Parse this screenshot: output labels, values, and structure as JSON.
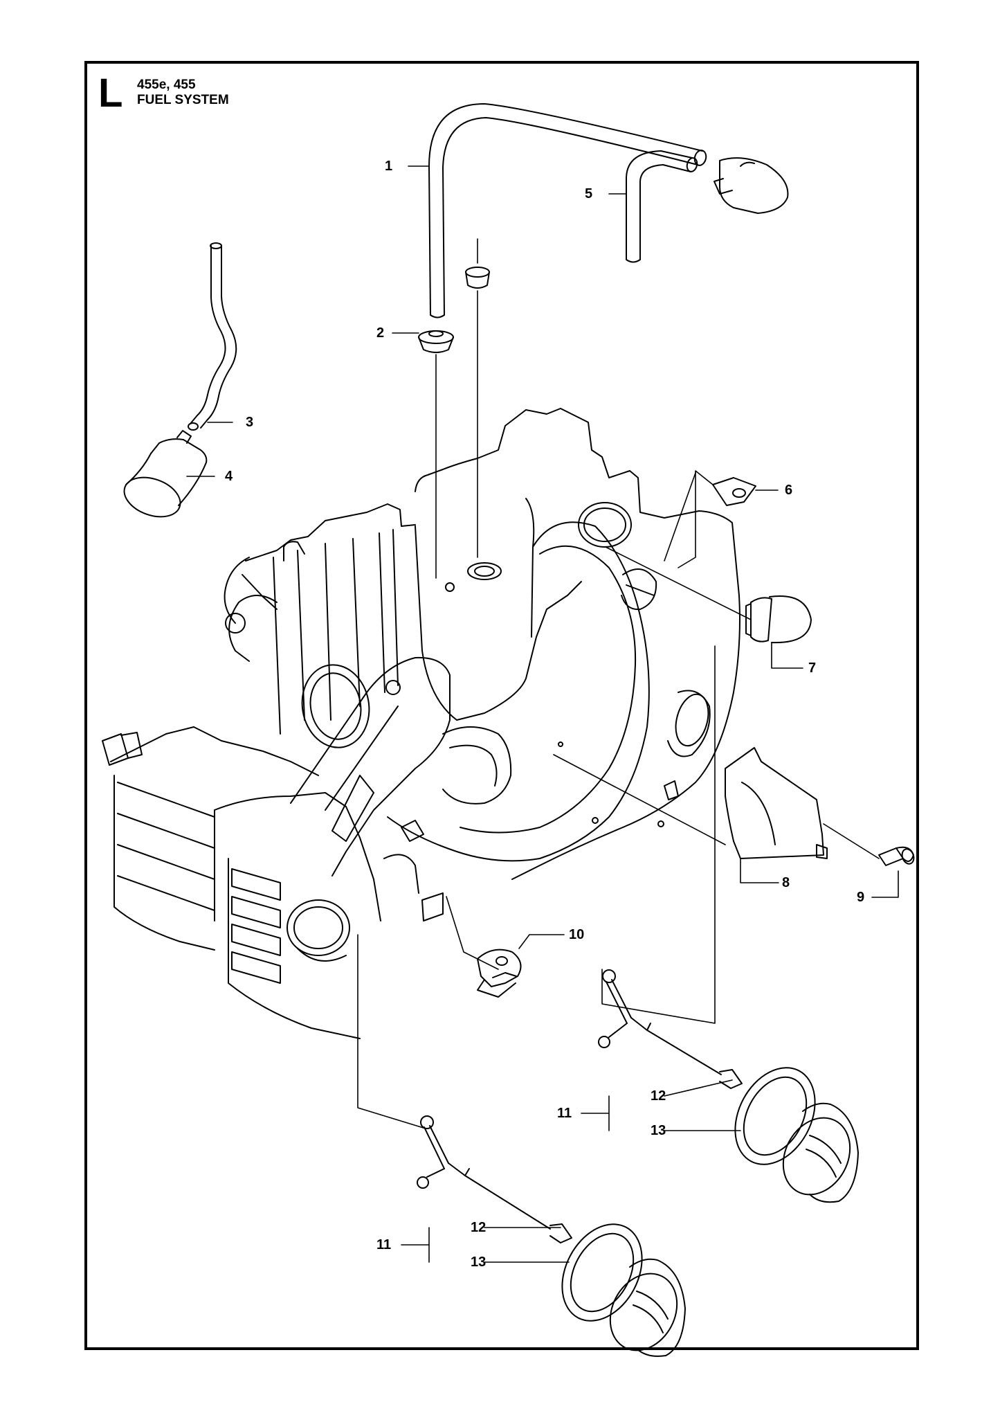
{
  "sheet": {
    "letter": "L",
    "models": "455e, 455",
    "title": "FUEL SYSTEM"
  },
  "callouts": [
    {
      "id": "c1",
      "label": "1"
    },
    {
      "id": "c2",
      "label": "2"
    },
    {
      "id": "c3",
      "label": "3"
    },
    {
      "id": "c4",
      "label": "4"
    },
    {
      "id": "c5",
      "label": "5"
    },
    {
      "id": "c6",
      "label": "6"
    },
    {
      "id": "c7",
      "label": "7"
    },
    {
      "id": "c8",
      "label": "8"
    },
    {
      "id": "c9",
      "label": "9"
    },
    {
      "id": "c10",
      "label": "10"
    },
    {
      "id": "c11a",
      "label": "11"
    },
    {
      "id": "c12a",
      "label": "12"
    },
    {
      "id": "c13a",
      "label": "13"
    },
    {
      "id": "c11b",
      "label": "11"
    },
    {
      "id": "c12b",
      "label": "12"
    },
    {
      "id": "c13b",
      "label": "13"
    }
  ],
  "colors": {
    "line": "#000000",
    "background": "#ffffff"
  }
}
